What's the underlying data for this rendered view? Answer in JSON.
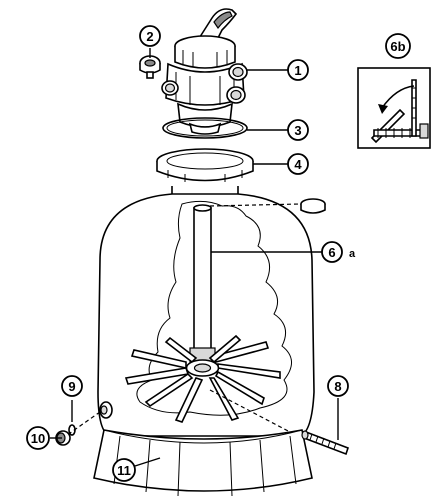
{
  "callouts": [
    {
      "id": "c1",
      "label": "1"
    },
    {
      "id": "c2",
      "label": "2"
    },
    {
      "id": "c3",
      "label": "3"
    },
    {
      "id": "c4",
      "label": "4"
    },
    {
      "id": "c6",
      "label": "6"
    },
    {
      "id": "c6b",
      "label": "6b"
    },
    {
      "id": "c8",
      "label": "8"
    },
    {
      "id": "c9",
      "label": "9"
    },
    {
      "id": "c10",
      "label": "10"
    },
    {
      "id": "c11",
      "label": "11"
    }
  ],
  "suffix_a": "a"
}
